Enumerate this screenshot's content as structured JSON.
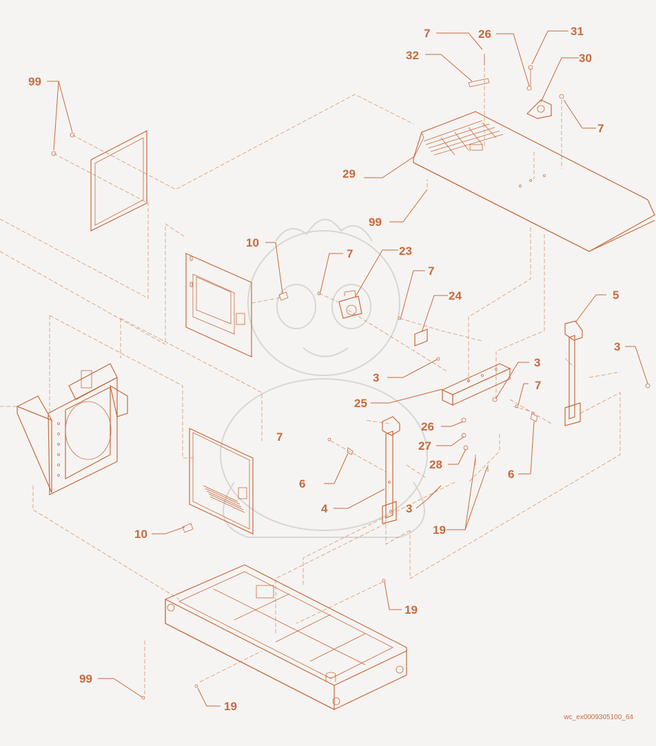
{
  "colors": {
    "ink": "#c8693c",
    "ink_light": "#d9926c",
    "background": "#f5f4f2",
    "watermark": "#d8d6d2"
  },
  "callouts": [
    {
      "id": "c1",
      "label": "7"
    },
    {
      "id": "c2",
      "label": "26"
    },
    {
      "id": "c3",
      "label": "31"
    },
    {
      "id": "c4",
      "label": "32"
    },
    {
      "id": "c5",
      "label": "30"
    },
    {
      "id": "c6",
      "label": "99"
    },
    {
      "id": "c7",
      "label": "7"
    },
    {
      "id": "c8",
      "label": "29"
    },
    {
      "id": "c9",
      "label": "99"
    },
    {
      "id": "c10",
      "label": "10"
    },
    {
      "id": "c11",
      "label": "7"
    },
    {
      "id": "c12",
      "label": "23"
    },
    {
      "id": "c13",
      "label": "7"
    },
    {
      "id": "c14",
      "label": "24"
    },
    {
      "id": "c15",
      "label": "5"
    },
    {
      "id": "c16",
      "label": "3"
    },
    {
      "id": "c17",
      "label": "3"
    },
    {
      "id": "c18",
      "label": "3"
    },
    {
      "id": "c19",
      "label": "25"
    },
    {
      "id": "c20",
      "label": "7"
    },
    {
      "id": "c21",
      "label": "26"
    },
    {
      "id": "c22",
      "label": "7"
    },
    {
      "id": "c23",
      "label": "27"
    },
    {
      "id": "c24",
      "label": "28"
    },
    {
      "id": "c25",
      "label": "6"
    },
    {
      "id": "c26",
      "label": "6"
    },
    {
      "id": "c27",
      "label": "4"
    },
    {
      "id": "c28",
      "label": "3"
    },
    {
      "id": "c29",
      "label": "19"
    },
    {
      "id": "c30",
      "label": "10"
    },
    {
      "id": "c31",
      "label": "19"
    },
    {
      "id": "c32",
      "label": "99"
    },
    {
      "id": "c33",
      "label": "19"
    }
  ],
  "reference_code": "wc_ex0009305100_64"
}
